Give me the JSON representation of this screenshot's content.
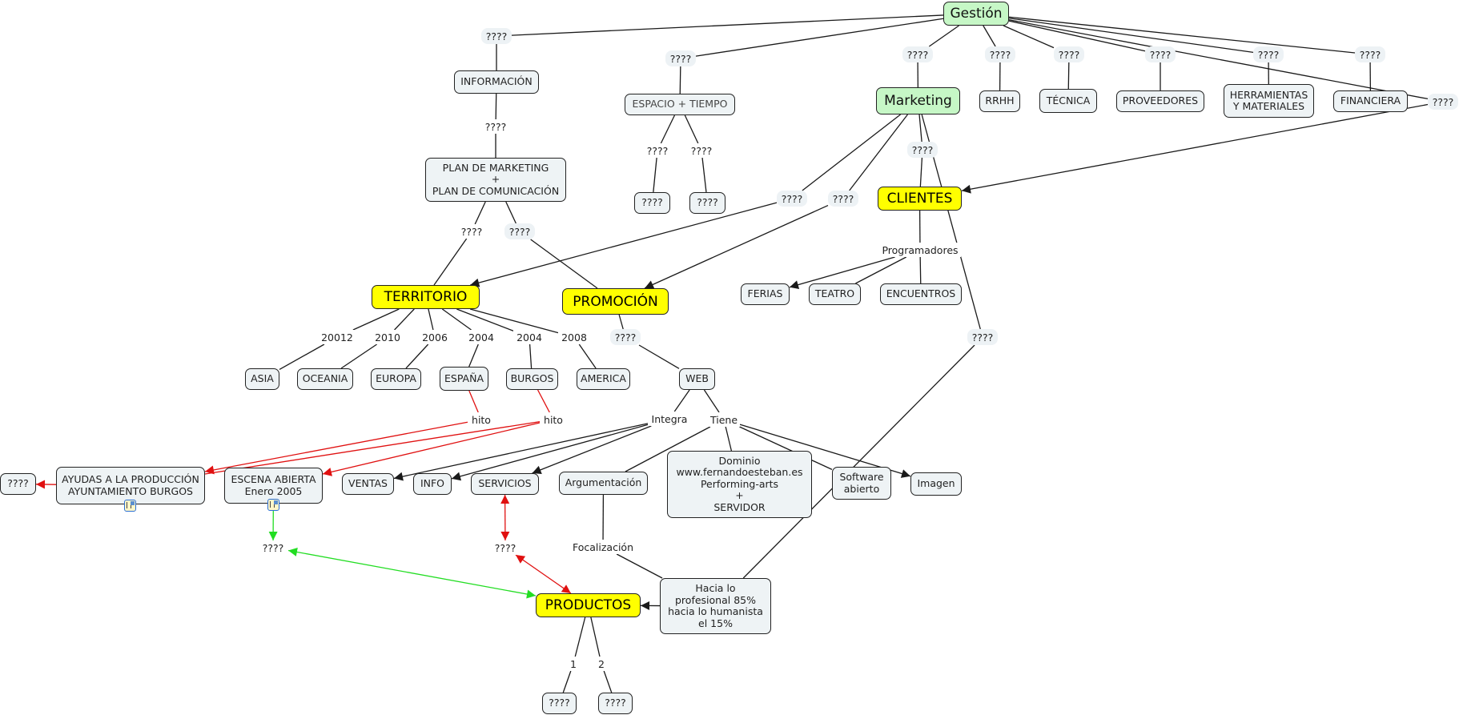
{
  "concepts": {
    "gestion": "Gestión",
    "informacion": "INFORMACIÓN",
    "plan": "PLAN DE MARKETING\n+\nPLAN DE COMUNICACIÓN",
    "espacio_tiempo": "ESPACIO + TIEMPO",
    "et_child_1": "????",
    "et_child_2": "????",
    "marketing": "Marketing",
    "rrhh": "RRHH",
    "tecnica": "TÉCNICA",
    "proveedores": "PROVEEDORES",
    "herramientas": "HERRAMIENTAS\nY MATERIALES",
    "financiera": "FINANCIERA",
    "clientes": "CLIENTES",
    "ferias": "FERIAS",
    "teatro": "TEATRO",
    "encuentros": "ENCUENTROS",
    "territorio": "TERRITORIO",
    "promocion": "PROMOCIÓN",
    "asia": "ASIA",
    "oceania": "OCEANIA",
    "europa": "EUROPA",
    "espana": "ESPAÑA",
    "burgos": "BURGOS",
    "america": "AMERICA",
    "web": "WEB",
    "ventas": "VENTAS",
    "info": "INFO",
    "servicios": "SERVICIOS",
    "argumentacion": "Argumentación",
    "dominio": "Dominio\nwww.fernandoesteban.es\nPerforming-arts\n+\nSERVIDOR",
    "software": "Software\nabierto",
    "imagen": "Imagen",
    "ayudas": "AYUDAS A LA PRODUCCIÓN\nAYUNTAMIENTO BURGOS",
    "escena": "ESCENA ABIERTA\nEnero 2005",
    "unknown_left": "????",
    "productos": "PRODUCTOS",
    "hacia": "Hacia lo\nprofesional 85%\nhacia lo humanista\nel 15%",
    "prod_child_1": "????",
    "prod_child_2": "????"
  },
  "linking_phrases": {
    "l_info": "????",
    "l_espacio": "????",
    "l_marketing": "????",
    "l_rrhh": "????",
    "l_tecnica": "????",
    "l_proveedores": "????",
    "l_herramientas": "????",
    "l_financiera": "????",
    "l_clientes_g": "????",
    "l_info_plan": "????",
    "l_et1": "????",
    "l_et2": "????",
    "l_mk_terr": "????",
    "l_mk_promo": "????",
    "l_mk_cli": "????",
    "l_mk_prod": "????",
    "l_plan_terr": "????",
    "l_plan_promo": "????",
    "l_programadores": "Programadores",
    "l_asia": "20012",
    "l_oceania": "2010",
    "l_europa": "2006",
    "l_espana": "2004",
    "l_burgos": "2004",
    "l_america": "2008",
    "l_promo_web": "????",
    "l_hito1": "hito",
    "l_hito2": "hito",
    "l_integra": "Integra",
    "l_tiene": "Tiene",
    "l_focal": "Focalización",
    "l_green": "????",
    "l_red": "????",
    "l_p1": "1",
    "l_p2": "2"
  },
  "colors": {
    "concept_fill": "#eef3f5",
    "root_fill": "#c6f7c6",
    "highlight_fill": "#ffff00",
    "line": "#1a1a1a",
    "red_link": "#e01010",
    "green_link": "#22dd22"
  },
  "edges": [
    [
      "gestion",
      "l_info"
    ],
    [
      "l_info",
      "informacion"
    ],
    [
      "informacion",
      "l_info_plan"
    ],
    [
      "l_info_plan",
      "plan"
    ],
    [
      "gestion",
      "l_espacio"
    ],
    [
      "l_espacio",
      "espacio_tiempo"
    ],
    [
      "espacio_tiempo",
      "l_et1"
    ],
    [
      "espacio_tiempo",
      "l_et2"
    ],
    [
      "l_et1",
      "et_child_1"
    ],
    [
      "l_et2",
      "et_child_2"
    ],
    [
      "gestion",
      "l_marketing"
    ],
    [
      "l_marketing",
      "marketing"
    ],
    [
      "gestion",
      "l_rrhh"
    ],
    [
      "l_rrhh",
      "rrhh"
    ],
    [
      "gestion",
      "l_tecnica"
    ],
    [
      "l_tecnica",
      "tecnica"
    ],
    [
      "gestion",
      "l_proveedores"
    ],
    [
      "l_proveedores",
      "proveedores"
    ],
    [
      "gestion",
      "l_herramientas"
    ],
    [
      "l_herramientas",
      "herramientas"
    ],
    [
      "gestion",
      "l_financiera"
    ],
    [
      "l_financiera",
      "financiera"
    ],
    [
      "gestion",
      "l_clientes_g"
    ],
    [
      "l_clientes_g",
      "clientes",
      "arrow"
    ],
    [
      "marketing",
      "l_mk_terr"
    ],
    [
      "l_mk_terr",
      "territorio",
      "arrow"
    ],
    [
      "marketing",
      "l_mk_promo"
    ],
    [
      "l_mk_promo",
      "promocion",
      "arrow"
    ],
    [
      "marketing",
      "l_mk_cli"
    ],
    [
      "l_mk_cli",
      "clientes"
    ],
    [
      "marketing",
      "l_mk_prod"
    ],
    [
      "l_mk_prod",
      "hacia"
    ],
    [
      "plan",
      "l_plan_terr"
    ],
    [
      "l_plan_terr",
      "territorio"
    ],
    [
      "plan",
      "l_plan_promo"
    ],
    [
      "l_plan_promo",
      "promocion"
    ],
    [
      "clientes",
      "l_programadores"
    ],
    [
      "l_programadores",
      "ferias",
      "arrow"
    ],
    [
      "l_programadores",
      "teatro"
    ],
    [
      "l_programadores",
      "encuentros"
    ],
    [
      "territorio",
      "l_asia"
    ],
    [
      "l_asia",
      "asia"
    ],
    [
      "territorio",
      "l_oceania"
    ],
    [
      "l_oceania",
      "oceania"
    ],
    [
      "territorio",
      "l_europa"
    ],
    [
      "l_europa",
      "europa"
    ],
    [
      "territorio",
      "l_espana"
    ],
    [
      "l_espana",
      "espana"
    ],
    [
      "territorio",
      "l_burgos"
    ],
    [
      "l_burgos",
      "burgos"
    ],
    [
      "territorio",
      "l_america"
    ],
    [
      "l_america",
      "america"
    ],
    [
      "promocion",
      "l_promo_web"
    ],
    [
      "l_promo_web",
      "web"
    ],
    [
      "espana",
      "l_hito1",
      "red"
    ],
    [
      "l_hito1",
      "ayudas",
      "redarrow"
    ],
    [
      "burgos",
      "l_hito2",
      "red"
    ],
    [
      "l_hito2",
      "escena",
      "redarrow"
    ],
    [
      "l_hito2",
      "ayudas",
      "red"
    ],
    [
      "ayudas",
      "unknown_left",
      "redarrow"
    ],
    [
      "web",
      "l_integra"
    ],
    [
      "web",
      "l_tiene"
    ],
    [
      "l_integra",
      "ventas",
      "arrow"
    ],
    [
      "l_integra",
      "info",
      "arrow"
    ],
    [
      "l_integra",
      "servicios",
      "arrow"
    ],
    [
      "l_tiene",
      "argumentacion"
    ],
    [
      "l_tiene",
      "dominio"
    ],
    [
      "l_tiene",
      "software"
    ],
    [
      "l_tiene",
      "imagen",
      "arrow"
    ],
    [
      "argumentacion",
      "l_focal"
    ],
    [
      "l_focal",
      "hacia"
    ],
    [
      "hacia",
      "productos",
      "arrow"
    ],
    [
      "escena",
      "l_green",
      "greenarrow"
    ],
    [
      "l_green",
      "productos",
      "greenboth"
    ],
    [
      "servicios",
      "l_red",
      "redboth"
    ],
    [
      "l_red",
      "productos",
      "redboth"
    ],
    [
      "productos",
      "l_p1"
    ],
    [
      "productos",
      "l_p2"
    ],
    [
      "l_p1",
      "prod_child_1"
    ],
    [
      "l_p2",
      "prod_child_2"
    ]
  ]
}
